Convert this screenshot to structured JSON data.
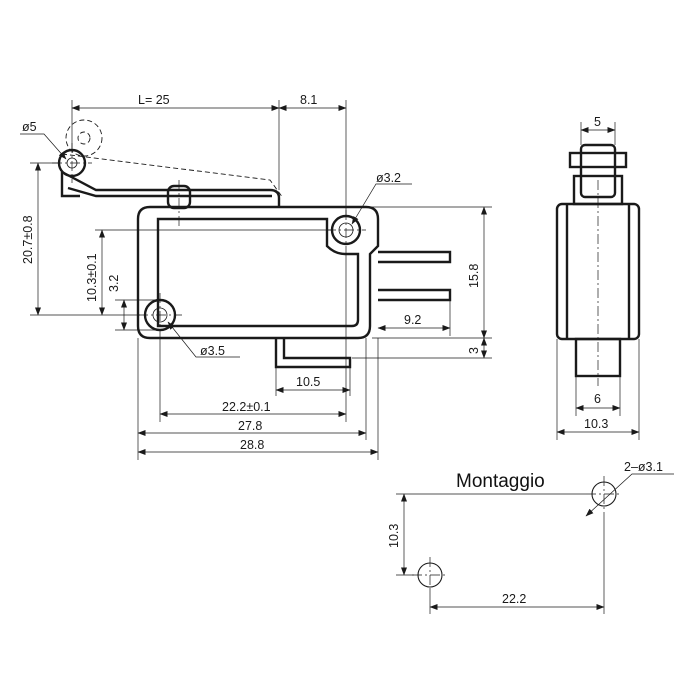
{
  "side_view": {
    "lever_length": "L= 25",
    "lever_offset": "8.1",
    "roller_diameter": "ø5",
    "top_hole_diameter": "ø3.2",
    "bottom_hole_diameter": "ø3.5",
    "overall_height_to_roller": "20.7±0.8",
    "hole_vertical_spacing": "10.3±0.1",
    "hole_bottom_offset": "3.2",
    "body_height": "15.8",
    "terminal_length": "9.2",
    "terminal_drop": "3",
    "terminal_spacing": "10.5",
    "hole_horizontal_spacing": "22.2±0.1",
    "body_length": "27.8",
    "overall_length": "28.8"
  },
  "end_view": {
    "roller_width": "5",
    "plunger_width": "6",
    "body_width": "10.3"
  },
  "mounting": {
    "title": "Montaggio",
    "hole_spec": "2–ø3.1",
    "vertical_spacing": "10.3",
    "horizontal_spacing": "22.2"
  }
}
